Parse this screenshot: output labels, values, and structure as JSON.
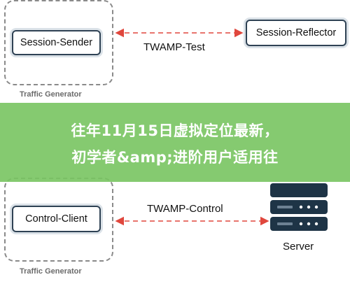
{
  "diagram": {
    "top": {
      "sender_label": "Session-Sender",
      "reflector_label": "Session-Reflector",
      "edge_label": "TWAMP-Test",
      "caption": "Traffic Generator"
    },
    "bottom": {
      "client_label": "Control-Client",
      "edge_label": "TWAMP-Control",
      "server_label": "Server",
      "caption": "Traffic Generator"
    }
  },
  "banner": {
    "line1": "往年11月15日虚拟定位最新，",
    "line2": "初学者&amp;进阶用户适用往"
  },
  "colors": {
    "arrow": "#e0473d",
    "node_border": "#2f4254",
    "frame_border": "#8a8a8a",
    "banner": "#78c460",
    "server_dark": "#1e3446"
  },
  "icons": [
    "server-icon"
  ]
}
